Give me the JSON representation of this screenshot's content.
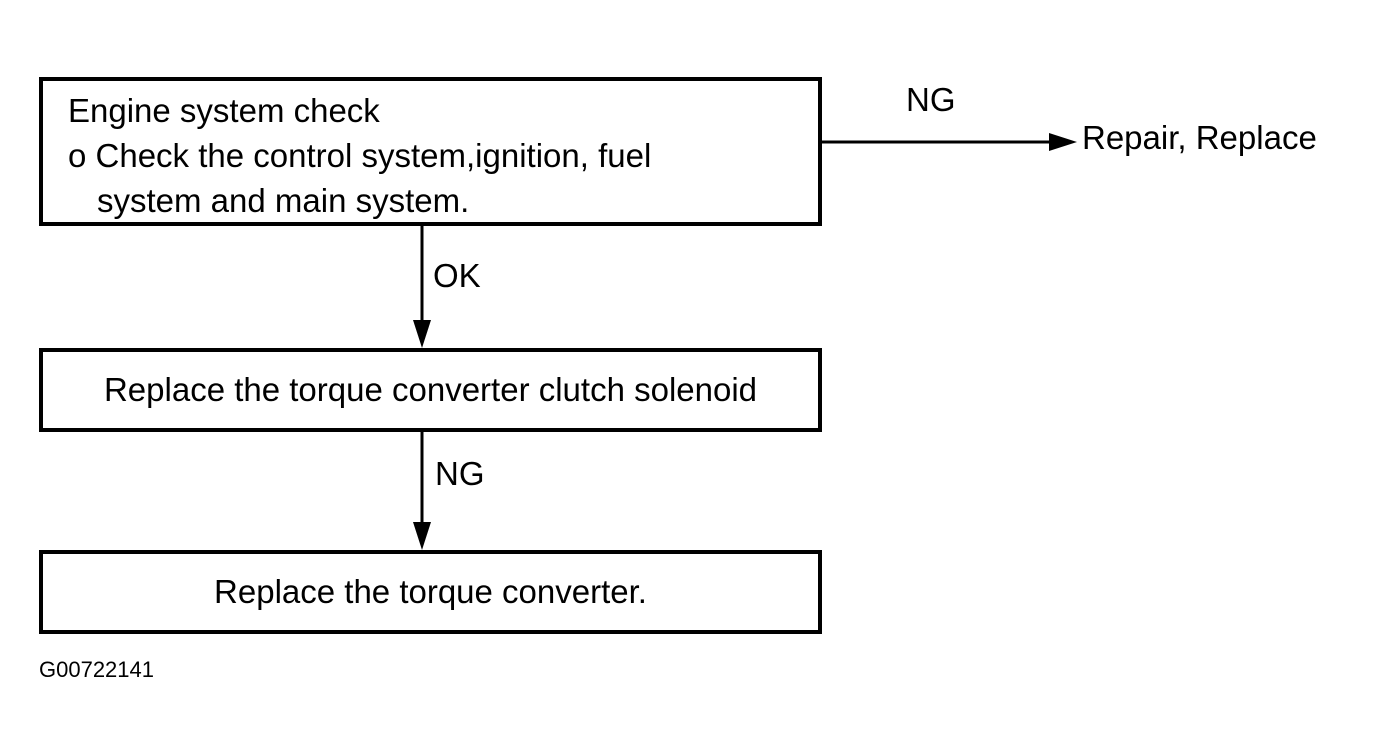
{
  "flowchart": {
    "step1": {
      "title": "Engine system check",
      "bullet_line1": "o Check the control system,ignition, fuel",
      "bullet_line2": "system and main system."
    },
    "step2": {
      "text": "Replace the torque converter clutch solenoid"
    },
    "step3": {
      "text": "Replace the torque converter."
    },
    "outcome_right": "Repair, Replace",
    "labels": {
      "step1_to_right": "NG",
      "step1_to_step2": "OK",
      "step2_to_step3": "NG"
    }
  },
  "figure_id": "G00722141"
}
